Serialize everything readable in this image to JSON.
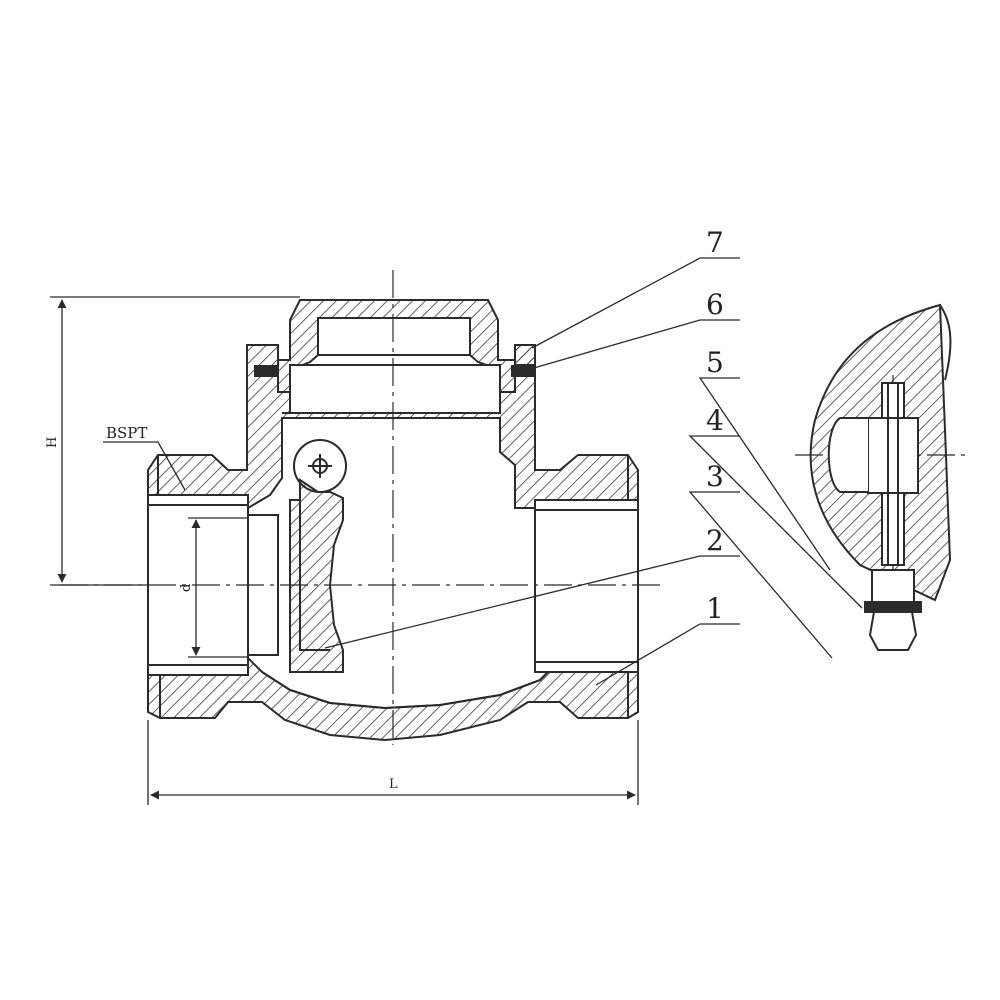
{
  "labels": {
    "thread": "BSPT",
    "height": "H",
    "diameter": "d",
    "length": "L"
  },
  "parts": [
    {
      "number": "7"
    },
    {
      "number": "6"
    },
    {
      "number": "5"
    },
    {
      "number": "4"
    },
    {
      "number": "3"
    },
    {
      "number": "2"
    },
    {
      "number": "1"
    }
  ],
  "colors": {
    "line": "#2b2b2b",
    "hatch": "#3a3a3a"
  }
}
